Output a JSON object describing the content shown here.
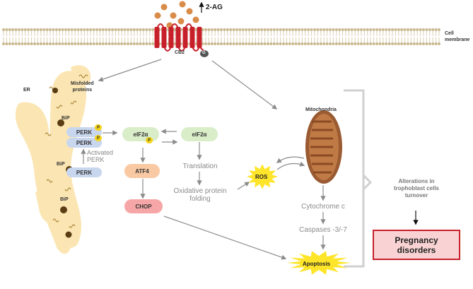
{
  "labels": {
    "ligand": "2-AG",
    "cell_membrane": "Cell\nmembrane",
    "receptor": "CB2",
    "g_protein": "G",
    "misfolded": "Misfolded\nproteins",
    "er": "ER",
    "bip": "BiP",
    "perk": "PERK",
    "phospho": "P",
    "activated_perk": "Activated\nPERK",
    "eif2a": "eIF2α",
    "atf4": "ATF4",
    "chop": "CHOP",
    "translation": "Translation",
    "oxidative": "Oxidative protein\nfolding",
    "ros": "ROS",
    "mitochondria": "Mitochondria",
    "cytochrome": "Cytochrome c",
    "caspases": "Caspases -3/-7",
    "apoptosis": "Apoptosis",
    "alterations": "Alterations in\ntrophoblast cells\nturnover",
    "outcome": "Pregnancy\ndisorders"
  },
  "colors": {
    "membrane_head": "#c9b98f",
    "membrane_tail": "#d8cdb0",
    "receptor": "#c8202a",
    "ligand": "#d98b4a",
    "er": "#fbe6b3",
    "perk": "#c8d6ee",
    "eif2a": "#d9edc9",
    "atf4": "#f9c9a3",
    "chop": "#f6a6a6",
    "phospho": "#f5d417",
    "burst": "#ffe52a",
    "mito": "#9a5a32",
    "arrow": "#8c8c8c",
    "outcome_border": "#c8202a",
    "outcome_fill": "#f9d3d3"
  }
}
